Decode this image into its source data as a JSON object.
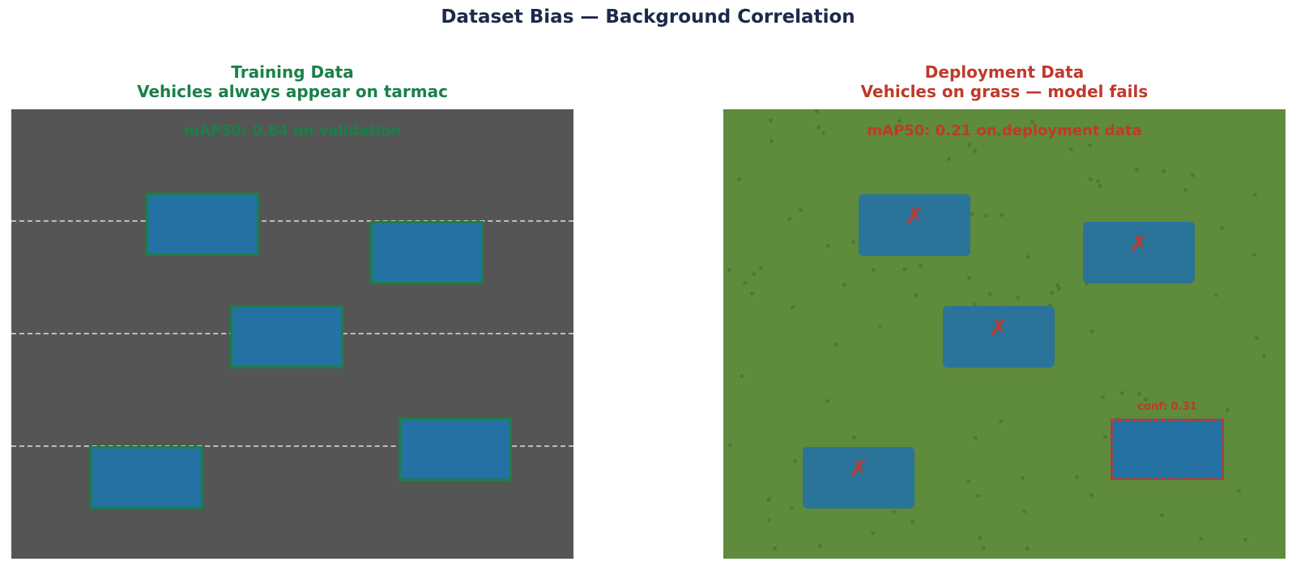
{
  "title": "Dataset Bias — Background Correlation",
  "colors": {
    "title": "#1b2a49",
    "good": "#1a8049",
    "bad": "#c0392b",
    "tarmac": "#555555",
    "grass": "#5e8b3c",
    "grass_dot": "#4d7a30",
    "vehicle": "#2471a3",
    "vehicle_on_grass": "#2a7399",
    "lane": "#bdbdbd"
  },
  "training": {
    "title": "Training Data",
    "subtitle": "Vehicles always appear on tarmac",
    "metric": "mAP50: 0.84 on validation"
  },
  "deployment": {
    "title": "Deployment Data",
    "subtitle": "Vehicles on grass — model fails",
    "metric": "mAP50: 0.21 on deployment data",
    "miss_mark": "✗",
    "low_conf_label": "conf: 0.31"
  }
}
